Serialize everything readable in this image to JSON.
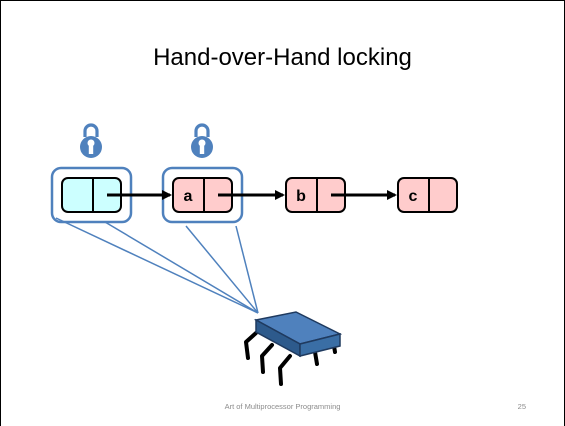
{
  "slide": {
    "title": "Hand-over-Hand locking",
    "footer": "Art of Multiprocessor Programming",
    "page_number": "25"
  },
  "list": {
    "nodes": [
      {
        "role": "head-sentinel",
        "label": "",
        "color": "#ccffff"
      },
      {
        "role": "node",
        "label": "a",
        "color": "#ffcccc"
      },
      {
        "role": "node",
        "label": "b",
        "color": "#ffcccc"
      },
      {
        "role": "node",
        "label": "c",
        "color": "#ffcccc"
      }
    ],
    "locked_nodes": [
      "head-sentinel",
      "a"
    ]
  },
  "colors": {
    "lock": "#4f81bd",
    "highlight": "#4f81bd",
    "processor": "#4f81bd",
    "arrow": "#000000"
  },
  "icons": {
    "lock": "padlock-icon",
    "thread": "processor-chip-icon"
  }
}
